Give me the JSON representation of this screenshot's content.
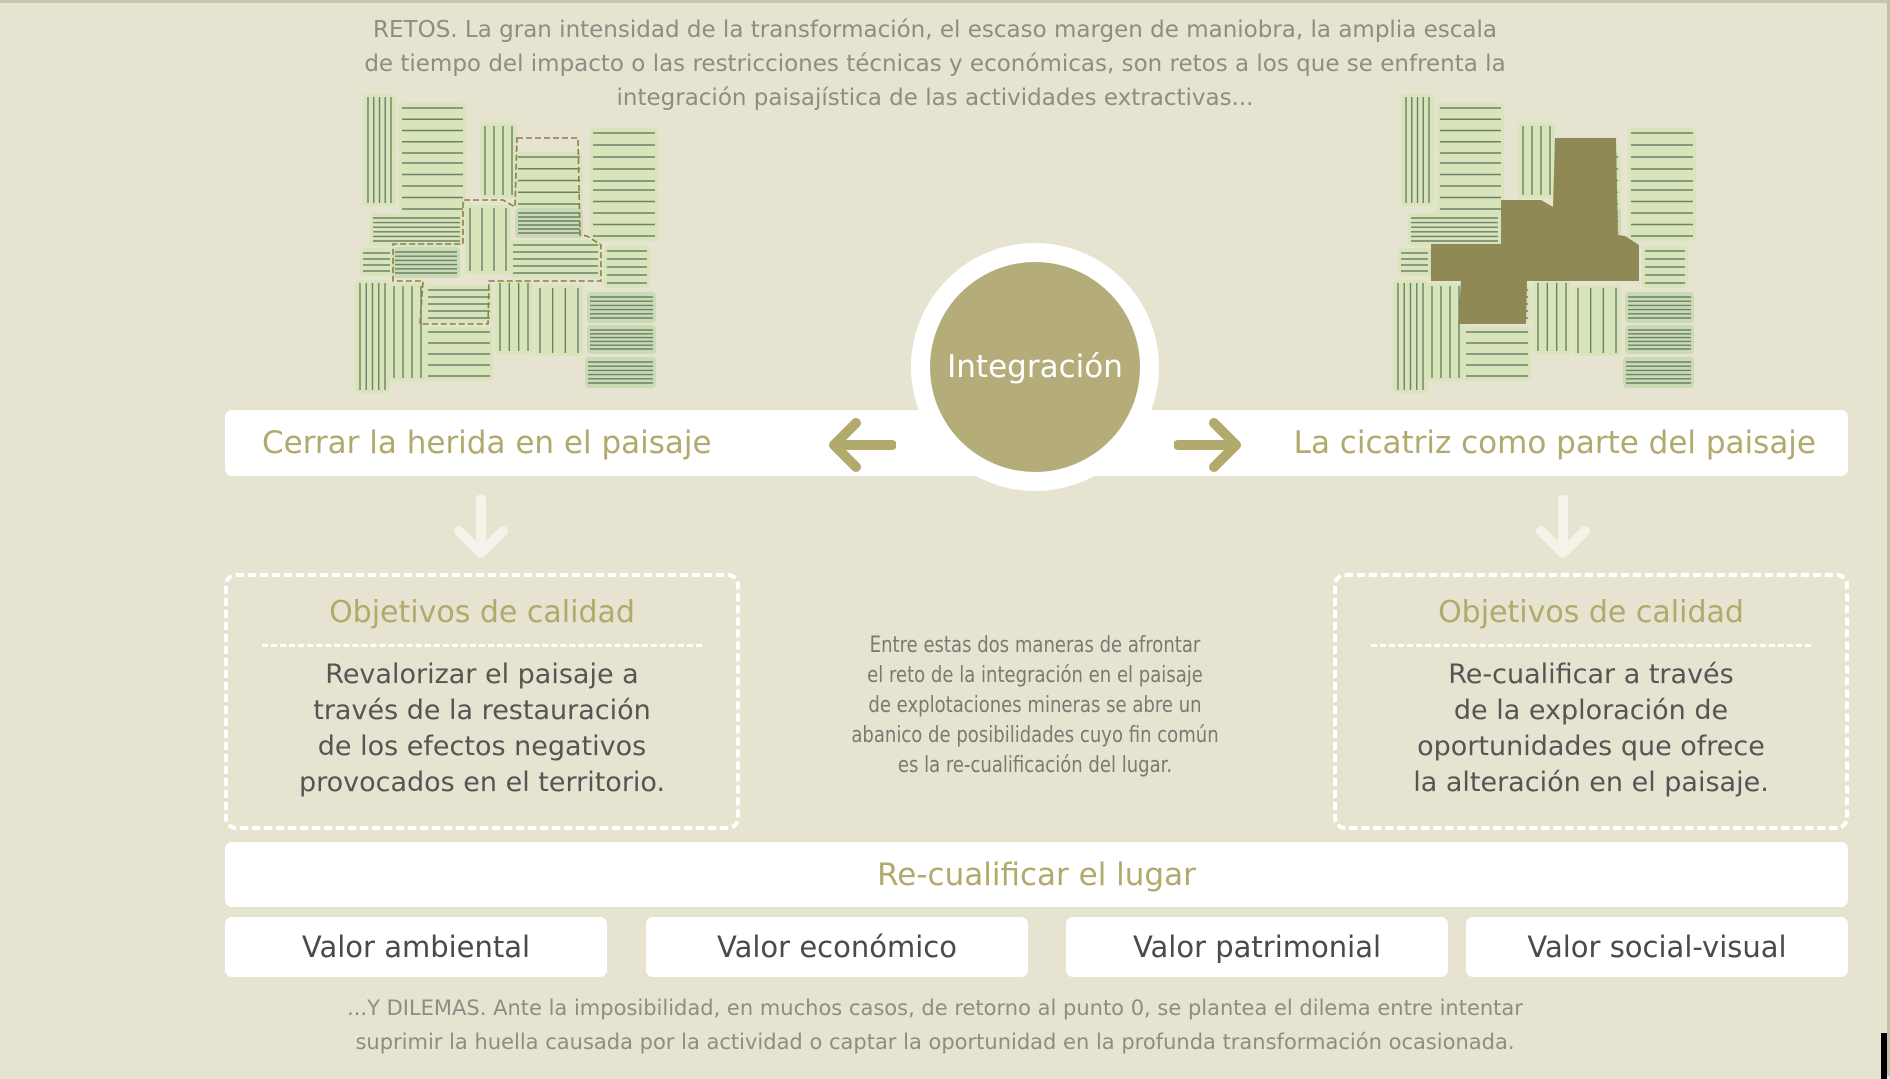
{
  "intro": [
    "RETOS. La gran intensidad de la transformación, el escaso margen de maniobra, la amplia escala",
    "de tiempo del impacto o las restricciones técnicas y económicas, son retos a los que se enfrenta la",
    "integración paisajística de las actividades extractivas..."
  ],
  "center_label": "Integración",
  "left": {
    "title": "Cerrar la herida en el paisaje",
    "objective_title": "Objetivos de calidad",
    "objective": [
      "Revalorizar el paisaje a",
      "través de la restauración",
      "de los efectos negativos",
      "provocados en el territorio."
    ]
  },
  "right": {
    "title": "La cicatriz como parte del paisaje",
    "objective_title": "Objetivos de calidad",
    "objective": [
      "Re-cualificar a través",
      "de la exploración de",
      "oportunidades que ofrece",
      "la alteración en el paisaje."
    ]
  },
  "middle_text": [
    "Entre estas dos maneras de afrontar",
    "el reto de la integración en el paisaje",
    "de explotaciones mineras se abre un",
    "abanico de posibilidades cuyo fin común",
    "es la re-cualificación del lugar."
  ],
  "goal": "Re-cualificar el lugar",
  "values": [
    "Valor ambiental",
    "Valor económico",
    "Valor patrimonial",
    "Valor social-visual"
  ],
  "outro": [
    "...Y DILEMAS. Ante la imposibilidad, en muchos casos, de retorno al punto 0, se plantea el dilema entre intentar",
    "suprimir la huella causada por la actividad o captar la oportunidad en la profunda transformación ocasionada."
  ],
  "colors": {
    "background": "#e6e3d0",
    "olive": "#b4ad7a",
    "scar": "#8f8a55",
    "field": "#d6e3b8"
  }
}
